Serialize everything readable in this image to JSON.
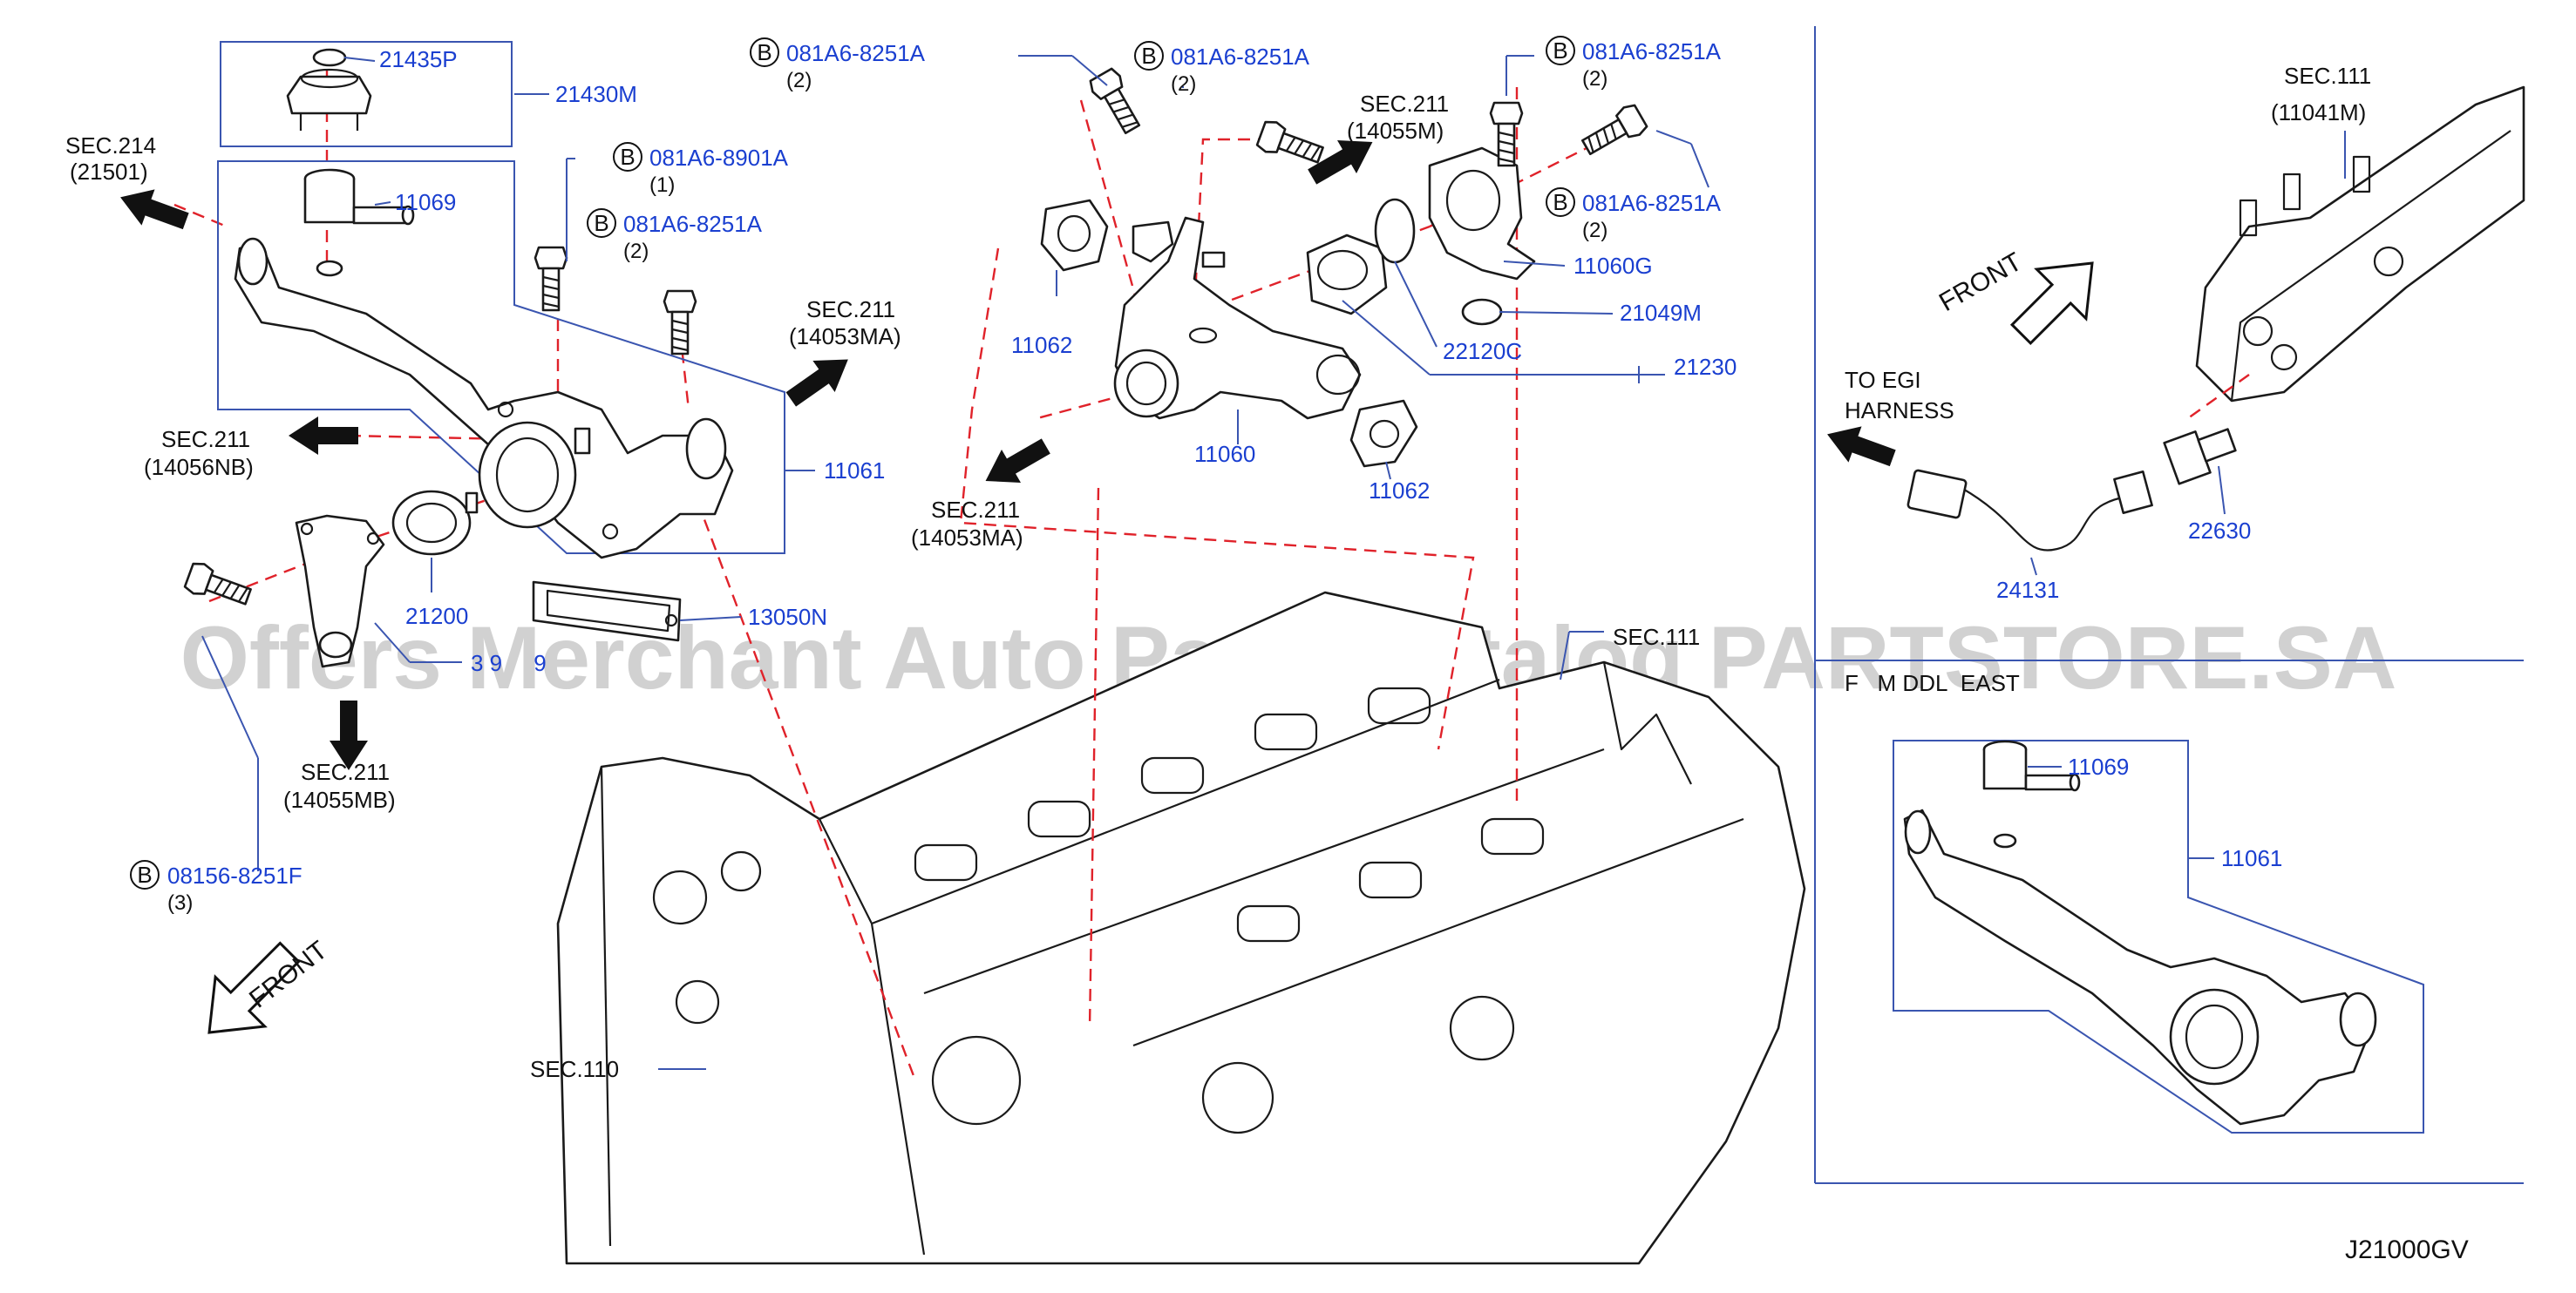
{
  "watermark": "Offers Merchant Auto Parts Catalog PARTSTORE.SA",
  "diagram_code": "J21000GV",
  "colors": {
    "part_number": "#1a3fd0",
    "reference": "#111111",
    "mating_line": "#e0222a",
    "leader": "#3a55b0"
  },
  "icons": {
    "bolt_badge": "letter-b-circle-icon",
    "direction_arrow": "arrow-icon",
    "front_arrow": "outline-arrow-icon"
  },
  "callouts": {
    "p21435P": "21435P",
    "p21430M": "21430M",
    "p11069a": "11069",
    "p11061a": "11061",
    "p21200": "21200",
    "p13050N": "13050N",
    "p21022": "3 9     9",
    "p11062a": "11062",
    "p11062b": "11062",
    "p11060": "11060",
    "p11060G": "11060G",
    "p21049M": "21049M",
    "p22120C": "22120C",
    "p21230": "21230",
    "p22630": "22630",
    "p24131": "24131",
    "p11069b": "11069",
    "p11061b": "11061"
  },
  "bolts": [
    {
      "badge": "B",
      "part": "081A6-8251A",
      "qty": "(2)"
    },
    {
      "badge": "B",
      "part": "081A6-8251A",
      "qty": "(2)"
    },
    {
      "badge": "B",
      "part": "081A6-8251A",
      "qty": "(2)"
    },
    {
      "badge": "B",
      "part": "081A6-8251A",
      "qty": "(2)"
    },
    {
      "badge": "B",
      "part": "081A6-8901A",
      "qty": "(1)"
    },
    {
      "badge": "B",
      "part": "081A6-8251A",
      "qty": "(2)"
    },
    {
      "badge": "B",
      "part": "08156-8251F",
      "qty": "(3)"
    }
  ],
  "sections": [
    {
      "sec": "SEC.214",
      "ref": "(21501)"
    },
    {
      "sec": "SEC.211",
      "ref": "(14053MA)"
    },
    {
      "sec": "SEC.211",
      "ref": "(14056NB)"
    },
    {
      "sec": "SEC.211",
      "ref": "(14055MB)"
    },
    {
      "sec": "SEC.211",
      "ref": "(14055M)"
    },
    {
      "sec": "SEC.211",
      "ref": "(14053MA)"
    },
    {
      "sec": "SEC.111",
      "ref": "(11041M)"
    },
    {
      "sec": "SEC.111",
      "ref": ""
    },
    {
      "sec": "SEC.110",
      "ref": ""
    }
  ],
  "labels": {
    "front_left": "FRONT",
    "front_right": "FRONT",
    "egi_line1": "TO   EGI",
    "egi_line2": "HARNESS",
    "middle_east": "F   M DDL  EAST"
  }
}
